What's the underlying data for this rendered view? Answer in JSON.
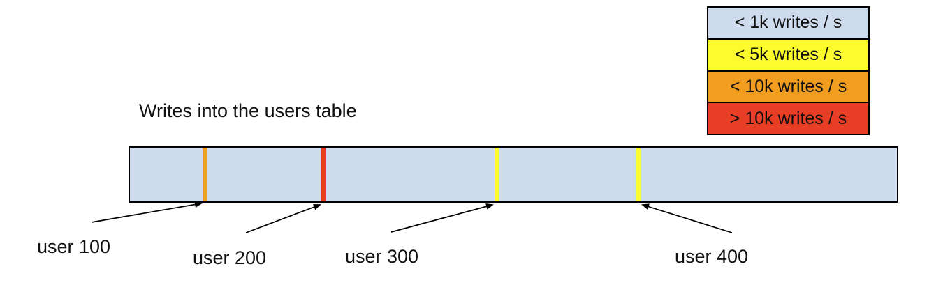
{
  "title": "Writes into the users table",
  "legend": {
    "items": [
      {
        "label": "< 1k writes / s",
        "color": "#CFDCEE"
      },
      {
        "label": "< 5k writes / s",
        "color": "#FBFB2D"
      },
      {
        "label": "< 10k writes / s",
        "color": "#F19D1F"
      },
      {
        "label": "> 10k writes / s",
        "color": "#E83E26"
      }
    ]
  },
  "table_bar": {
    "fill_color": "#CFDCEE",
    "border_color": "#000000",
    "markers": [
      {
        "user": "user 100",
        "rate": "< 10k writes / s",
        "color": "#F19D1F"
      },
      {
        "user": "user 200",
        "rate": "> 10k writes / s",
        "color": "#E83E26"
      },
      {
        "user": "user 300",
        "rate": "< 5k writes / s",
        "color": "#FBFB2D"
      },
      {
        "user": "user 400",
        "rate": "< 5k writes / s",
        "color": "#FBFB2D"
      }
    ]
  }
}
